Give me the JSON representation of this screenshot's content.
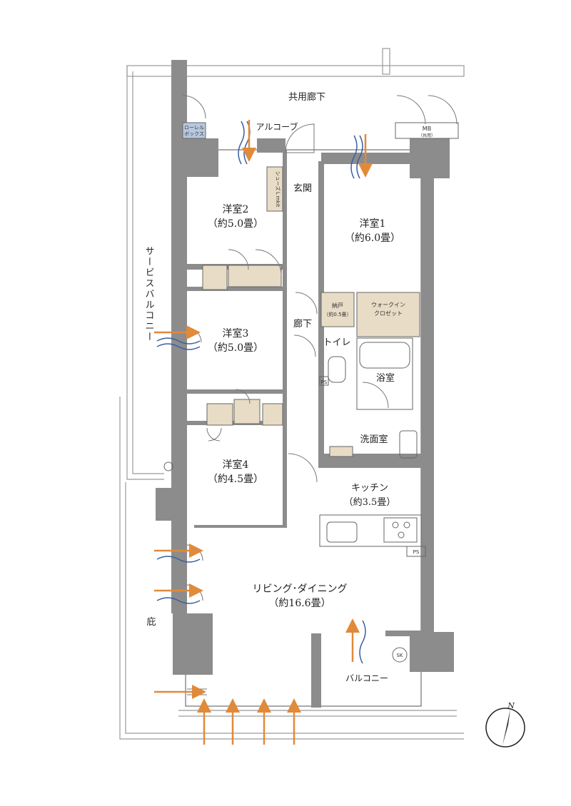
{
  "colors": {
    "wall": "#8c8c8c",
    "wall_dark": "#7a7a7a",
    "floor": "#ffffff",
    "outline": "#555555",
    "storage": "#e8dcc6",
    "roll_box": "#b8c8e0",
    "arrow": "#e08a3a",
    "wind": "#3b5fa0",
    "outdoor_bg": "#ffffff"
  },
  "labels": {
    "common_corridor": "共用廊下",
    "alcove": "アルコーブ",
    "roll_box": [
      "ローレル",
      "ボックス"
    ],
    "mb": "MB",
    "mb_sub": "（共用）",
    "shoes_closet": "シューズＬｍkit",
    "entrance": "玄関",
    "bedroom2": "洋室2",
    "bedroom2_size": "（約5.0畳）",
    "bedroom1": "洋室1",
    "bedroom1_size": "（約6.0畳）",
    "service_balcony": "サービスバルコニー",
    "storeroom": "納戸",
    "storeroom_size": "（約0.5畳）",
    "walk_in": [
      "ウォークイン",
      "クロゼット"
    ],
    "hallway": "廊下",
    "bedroom3": "洋室3",
    "bedroom3_size": "（約5.0畳）",
    "toilet": "トイレ",
    "bath": "浴室",
    "ps": "PS",
    "washroom": "洗面室",
    "bedroom4": "洋室4",
    "bedroom4_size": "（約4.5畳）",
    "kitchen": "キッチン",
    "kitchen_size": "（約3.5畳）",
    "ps_kitchen": "PS",
    "living": "リビング･ダイニング",
    "living_size": "（約16.6畳）",
    "eaves": "庇",
    "sk": "SK",
    "balcony": "バルコニー",
    "north": "N"
  }
}
